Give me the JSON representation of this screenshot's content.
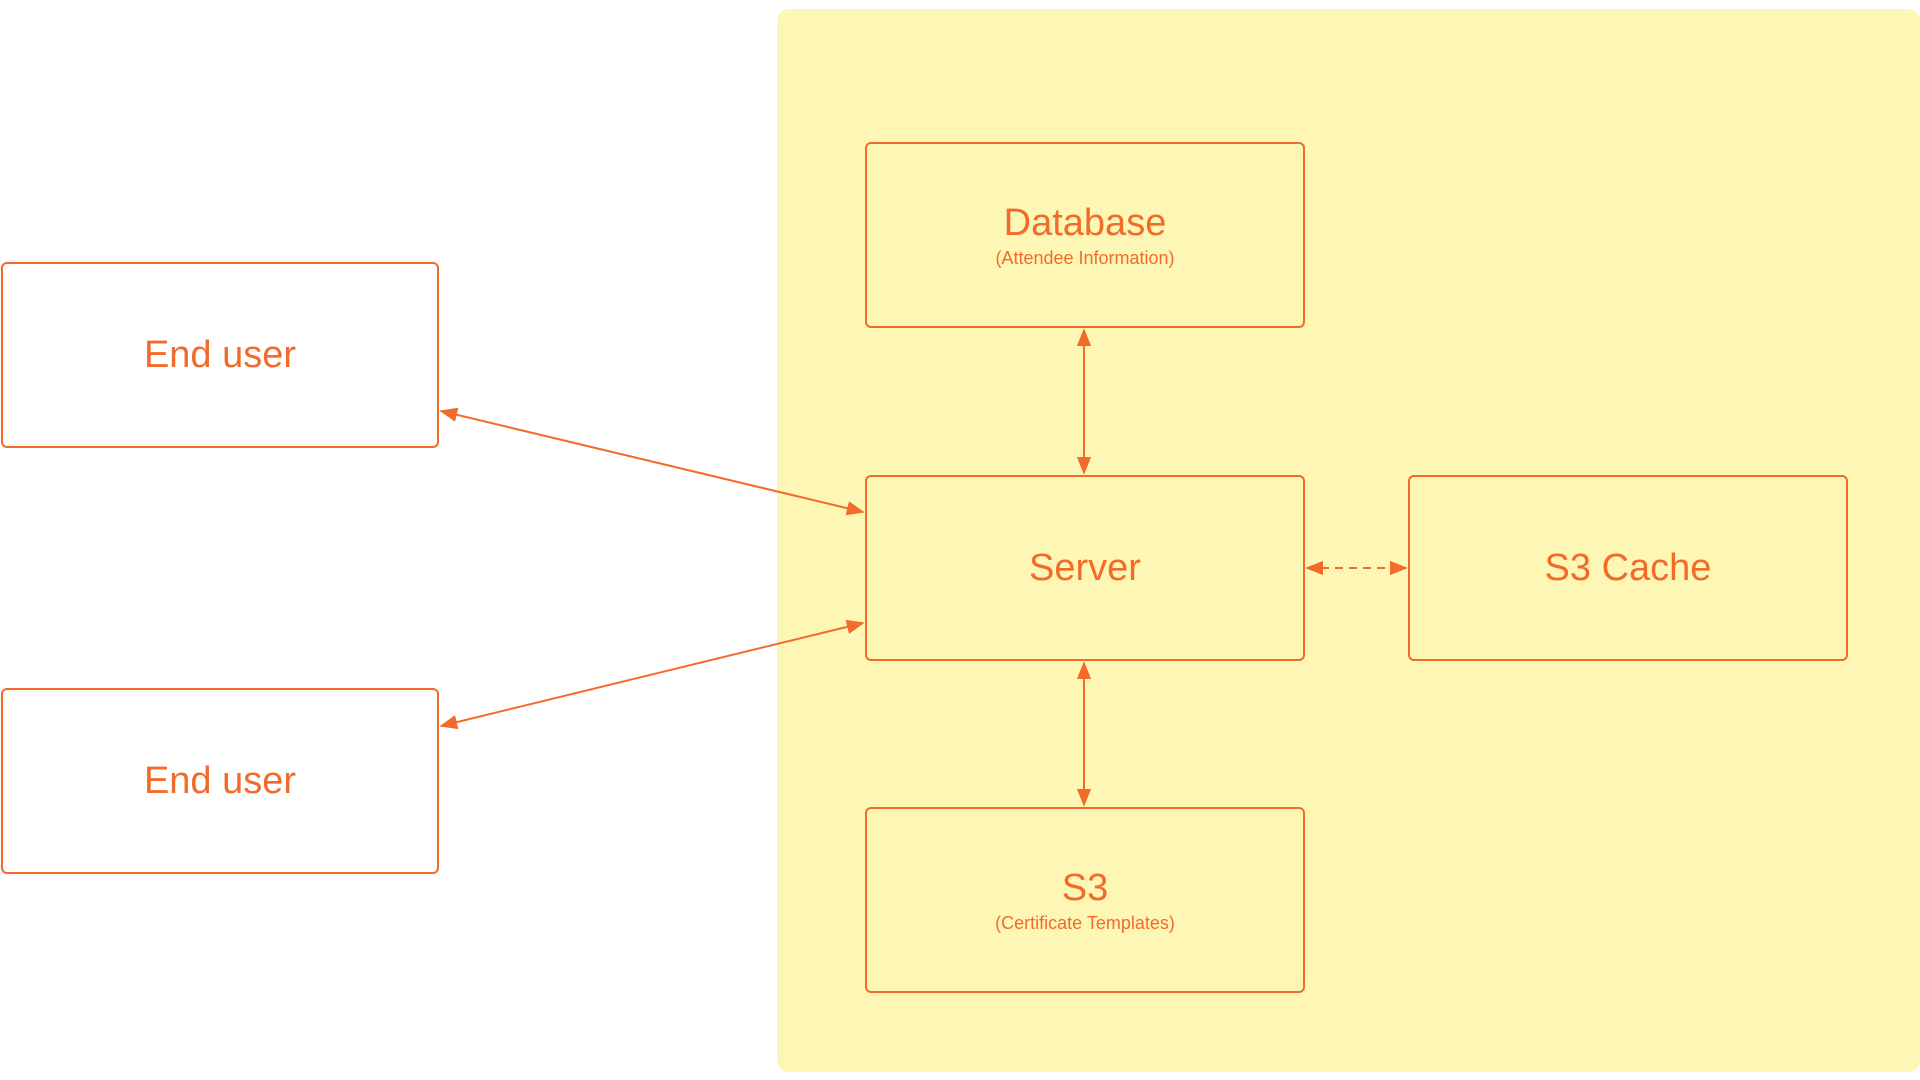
{
  "colors": {
    "accent": "#f26b2b",
    "zone_fill": "#fef6b5",
    "background": "#ffffff"
  },
  "nodes": {
    "end_user_1": {
      "title": "End user"
    },
    "end_user_2": {
      "title": "End user"
    },
    "database": {
      "title": "Database",
      "subtitle": "(Attendee Information)"
    },
    "server": {
      "title": "Server"
    },
    "s3_cache": {
      "title": "S3 Cache"
    },
    "s3": {
      "title": "S3",
      "subtitle": "(Certificate Templates)"
    }
  },
  "connections": [
    {
      "from": "end_user_1",
      "to": "server",
      "style": "solid",
      "direction": "both"
    },
    {
      "from": "end_user_2",
      "to": "server",
      "style": "solid",
      "direction": "both"
    },
    {
      "from": "database",
      "to": "server",
      "style": "solid",
      "direction": "both"
    },
    {
      "from": "server",
      "to": "s3",
      "style": "solid",
      "direction": "both"
    },
    {
      "from": "server",
      "to": "s3_cache",
      "style": "dashed",
      "direction": "both"
    }
  ]
}
